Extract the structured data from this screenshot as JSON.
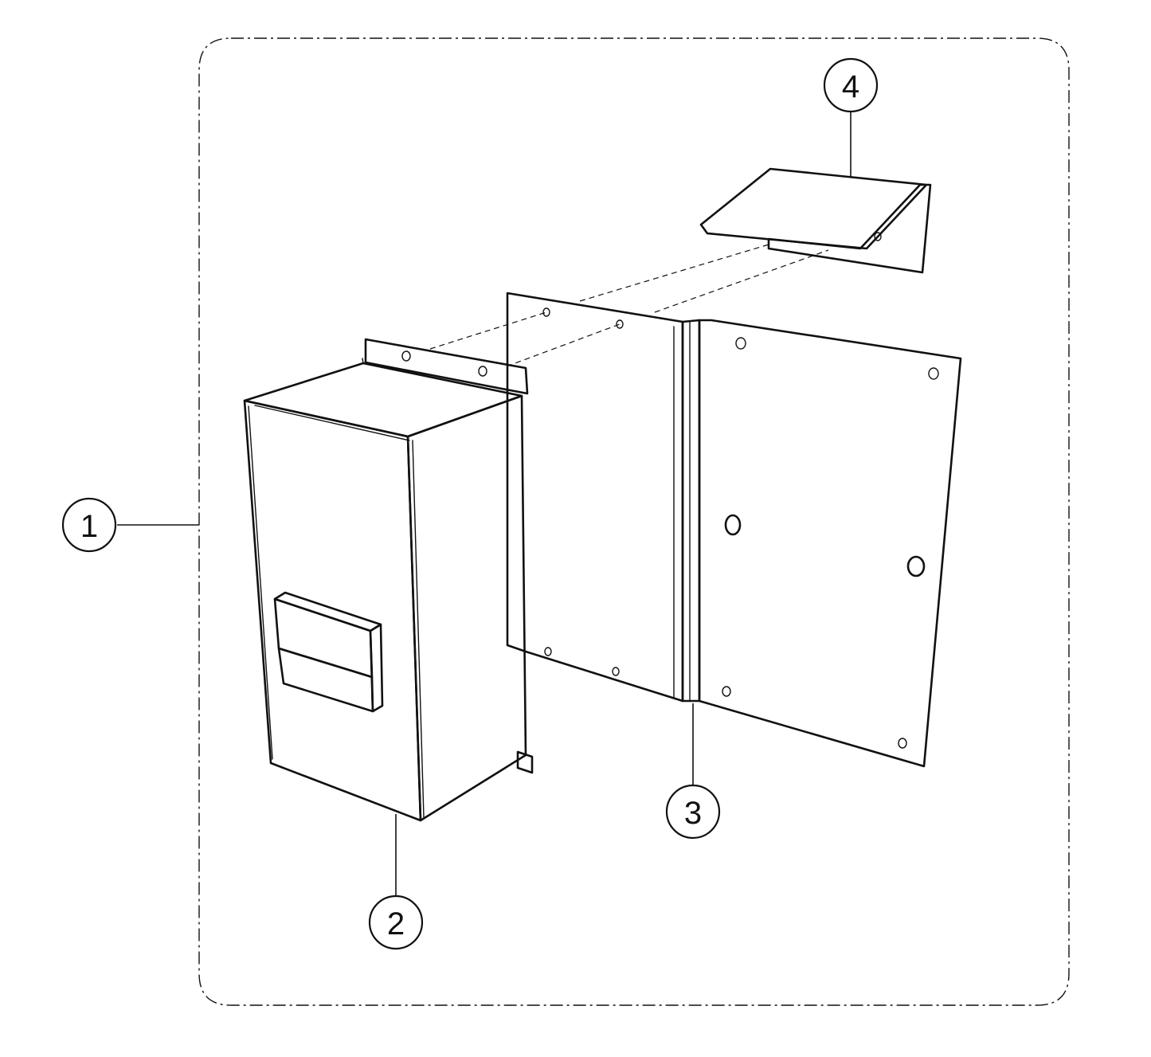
{
  "colors": {
    "line": "#111111",
    "face_light": "#ffffff",
    "face_shaded": "#dedede",
    "face_top": "#d2d2d2"
  },
  "callouts": [
    {
      "id": "1",
      "label": "1",
      "refers_to": "assembly-boundary"
    },
    {
      "id": "2",
      "label": "2",
      "refers_to": "enclosure-box"
    },
    {
      "id": "3",
      "label": "3",
      "refers_to": "mounting-bracket"
    },
    {
      "id": "4",
      "label": "4",
      "refers_to": "rain-hood"
    }
  ]
}
